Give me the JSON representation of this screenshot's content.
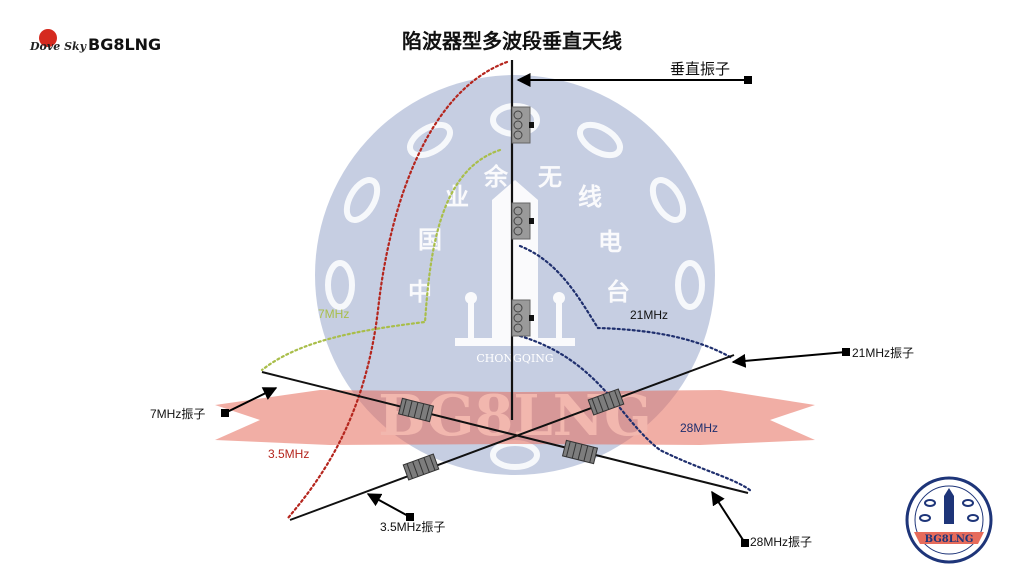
{
  "brand": {
    "script_logo": "Dove Sky",
    "callsign_logo": "BG8LNG"
  },
  "title": "陷波器型多波段垂直天线",
  "labels": {
    "vertical_element": "垂直振子",
    "dipole_21": "21MHz振子",
    "dipole_7": "7MHz振子",
    "dipole_35": "3.5MHz振子",
    "dipole_28": "28MHz振子"
  },
  "curves": {
    "c7": {
      "label": "7MHz",
      "color": "#a9be4a"
    },
    "c35": {
      "label": "3.5MHz",
      "color": "#b5261e"
    },
    "c21": {
      "label": "21MHz",
      "color": "#1f2f6e"
    },
    "c28": {
      "label": "28MHz",
      "color": "#1f2f6e"
    }
  },
  "watermark": {
    "glyphs": [
      "中",
      "国",
      "业",
      "余",
      "无",
      "线",
      "电",
      "台"
    ],
    "city": "CHONGQING",
    "band_text": "BG8LNG",
    "colors": {
      "disc": "#c3cbe0",
      "band": "#e66b5b"
    }
  },
  "seal": {
    "text": "BG8LNG",
    "color": "#1e3579"
  }
}
